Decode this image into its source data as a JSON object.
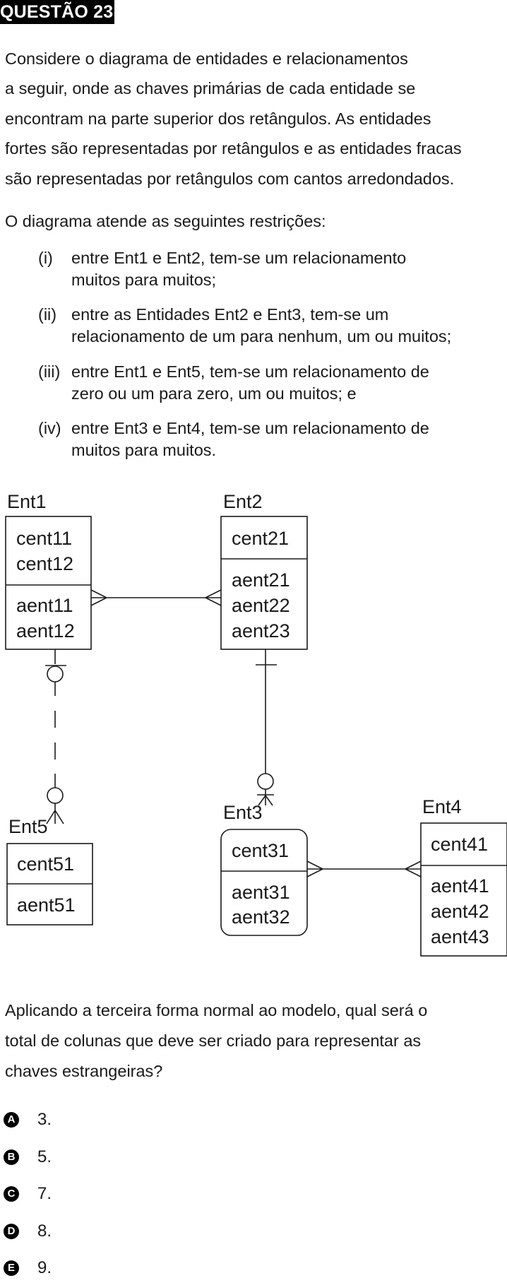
{
  "question": {
    "title": "QUESTÃO 23",
    "intro_lines": [
      "Considere o diagrama de entidades e relacionamentos",
      "a seguir, onde as chaves primárias de cada entidade se",
      "encontram na parte superior dos retângulos. As entidades",
      "fortes são representadas por retângulos e as entidades fracas",
      "são representadas por retângulos com cantos arredondados."
    ],
    "restrictions_intro": "O diagrama atende as seguintes restrições:",
    "restrictions": [
      {
        "num": "(i)",
        "lines": [
          "entre Ent1 e Ent2, tem-se um relacionamento",
          "muitos para muitos;"
        ]
      },
      {
        "num": "(ii)",
        "lines": [
          "entre as Entidades Ent2 e Ent3, tem-se um",
          "relacionamento de um para nenhum, um ou muitos;"
        ]
      },
      {
        "num": "(iii)",
        "lines": [
          "entre Ent1 e Ent5, tem-se um relacionamento de",
          "zero ou um para zero, um ou muitos; e"
        ]
      },
      {
        "num": "(iv)",
        "lines": [
          "entre Ent3 e Ent4, tem-se um relacionamento de",
          "muitos para muitos."
        ]
      }
    ],
    "question_lines": [
      "Aplicando a terceira forma normal ao modelo, qual será o",
      "total de colunas que deve ser criado para representar as",
      "chaves estrangeiras?"
    ],
    "options": [
      {
        "letter": "A",
        "text": "3."
      },
      {
        "letter": "B",
        "text": "5."
      },
      {
        "letter": "C",
        "text": "7."
      },
      {
        "letter": "D",
        "text": "8."
      },
      {
        "letter": "E",
        "text": "9."
      }
    ]
  },
  "diagram": {
    "entities": [
      {
        "name": "Ent1",
        "keys": [
          "cent11",
          "cent12"
        ],
        "attrs": [
          "aent11",
          "aent12"
        ],
        "weak": false
      },
      {
        "name": "Ent2",
        "keys": [
          "cent21"
        ],
        "attrs": [
          "aent21",
          "aent22",
          "aent23"
        ],
        "weak": false
      },
      {
        "name": "Ent3",
        "keys": [
          "cent31"
        ],
        "attrs": [
          "aent31",
          "aent32"
        ],
        "weak": true
      },
      {
        "name": "Ent4",
        "keys": [
          "cent41"
        ],
        "attrs": [
          "aent41",
          "aent42",
          "aent43"
        ],
        "weak": false
      },
      {
        "name": "Ent5",
        "keys": [
          "cent51"
        ],
        "attrs": [
          "aent51"
        ],
        "weak": false
      }
    ]
  }
}
